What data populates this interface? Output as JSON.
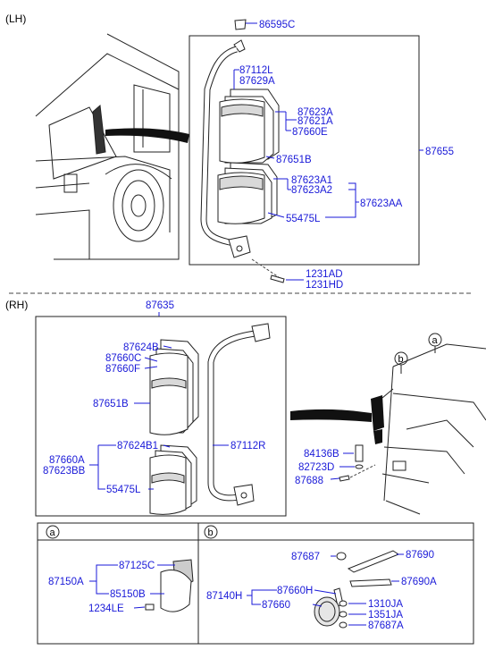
{
  "sections": {
    "lh": "(LH)",
    "rh": "(RH)"
  },
  "lh": {
    "p86595C": "86595C",
    "p87112L": "87112L",
    "p87629A": "87629A",
    "p87623A": "87623A",
    "p87621A": "87621A",
    "p87660E": "87660E",
    "p87651B": "87651B",
    "p87655": "87655",
    "p87623A1": "87623A1",
    "p87623A2": "87623A2",
    "p87623AA": "87623AA",
    "p55475L": "55475L",
    "p1231AD": "1231AD",
    "p1231HD": "1231HD"
  },
  "rh": {
    "p87635": "87635",
    "p87624B": "87624B",
    "p87660C": "87660C",
    "p87660F": "87660F",
    "p87651B": "87651B",
    "p87624B1": "87624B1",
    "p87660A": "87660A",
    "p87623BB": "87623BB",
    "p87112R": "87112R",
    "p55475L": "55475L",
    "p84136B": "84136B",
    "p82723D": "82723D",
    "p87688": "87688",
    "callout_a": "a",
    "callout_b": "b"
  },
  "table": {
    "header_a": "a",
    "header_b": "b",
    "a": {
      "p87125C": "87125C",
      "p87150A": "87150A",
      "p85150B": "85150B",
      "p1234LE": "1234LE"
    },
    "b": {
      "p87687": "87687",
      "p87690": "87690",
      "p87690A": "87690A",
      "p87140H": "87140H",
      "p87660H": "87660H",
      "p87660": "87660",
      "p1310JA": "1310JA",
      "p1351JA": "1351JA",
      "p87687A": "87687A"
    }
  }
}
